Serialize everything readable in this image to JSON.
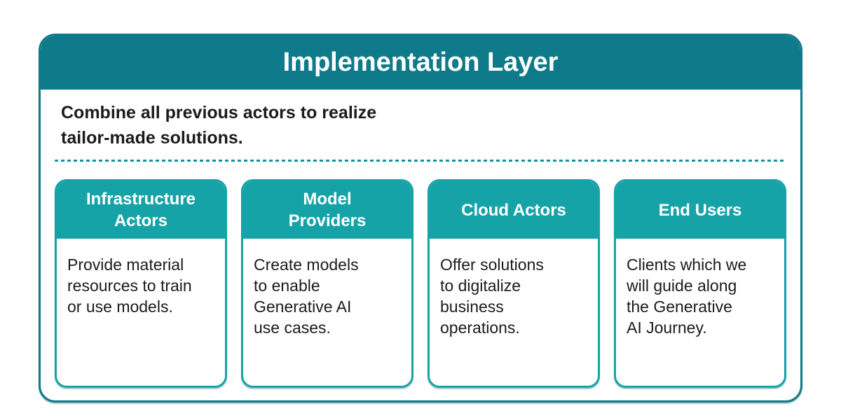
{
  "header": {
    "title": "Implementation Layer"
  },
  "intro": {
    "text": "Combine all previous actors to realize\ntailor-made solutions."
  },
  "cards": [
    {
      "title": "Infrastructure\nActors",
      "description": "Provide material\nresources to train\nor use models."
    },
    {
      "title": "Model\nProviders",
      "description": "Create models\nto enable\nGenerative AI\nuse cases."
    },
    {
      "title": "Cloud Actors",
      "description": "Offer solutions\nto digitalize\nbusiness\noperations."
    },
    {
      "title": "End Users",
      "description": "Clients which we\nwill guide along\nthe Generative\nAI Journey."
    }
  ],
  "colors": {
    "header_teal": "#0f7b8a",
    "card_teal": "#16a3a8",
    "dash_teal": "#12929e",
    "text_dark": "#1b1b1b",
    "background": "#ffffff"
  }
}
